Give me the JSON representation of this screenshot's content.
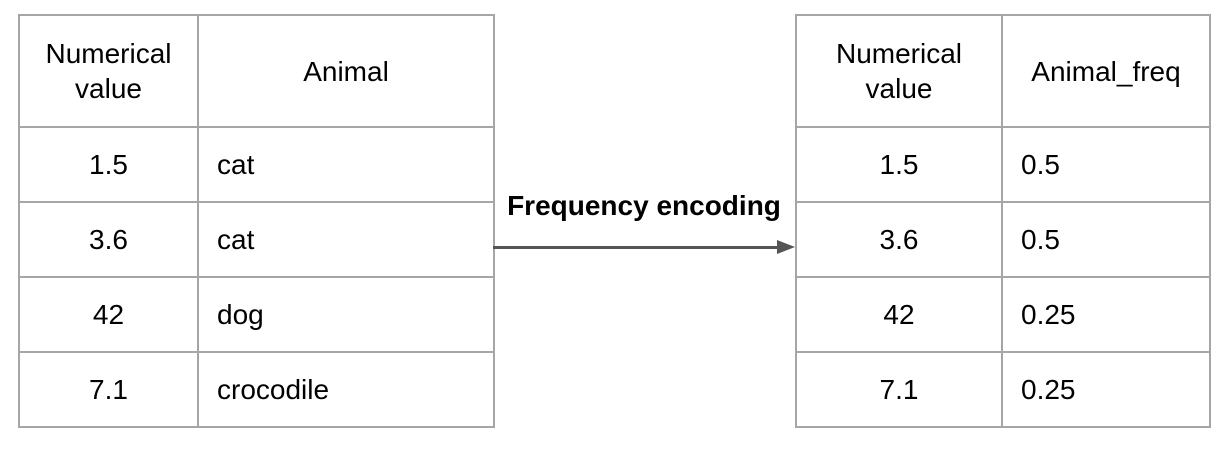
{
  "left_table": {
    "headers": [
      "Numerical value",
      "Animal"
    ],
    "rows": [
      [
        "1.5",
        "cat"
      ],
      [
        "3.6",
        "cat"
      ],
      [
        "42",
        "dog"
      ],
      [
        "7.1",
        "crocodile"
      ]
    ]
  },
  "right_table": {
    "headers": [
      "Numerical value",
      "Animal_freq"
    ],
    "rows": [
      [
        "1.5",
        "0.5"
      ],
      [
        "3.6",
        "0.5"
      ],
      [
        "42",
        "0.25"
      ],
      [
        "7.1",
        "0.25"
      ]
    ]
  },
  "transform": {
    "label": "Frequency encoding"
  },
  "colors": {
    "table_border": "#a6a6a6",
    "arrow": "#555555",
    "text": "#000000",
    "background": "#ffffff"
  }
}
